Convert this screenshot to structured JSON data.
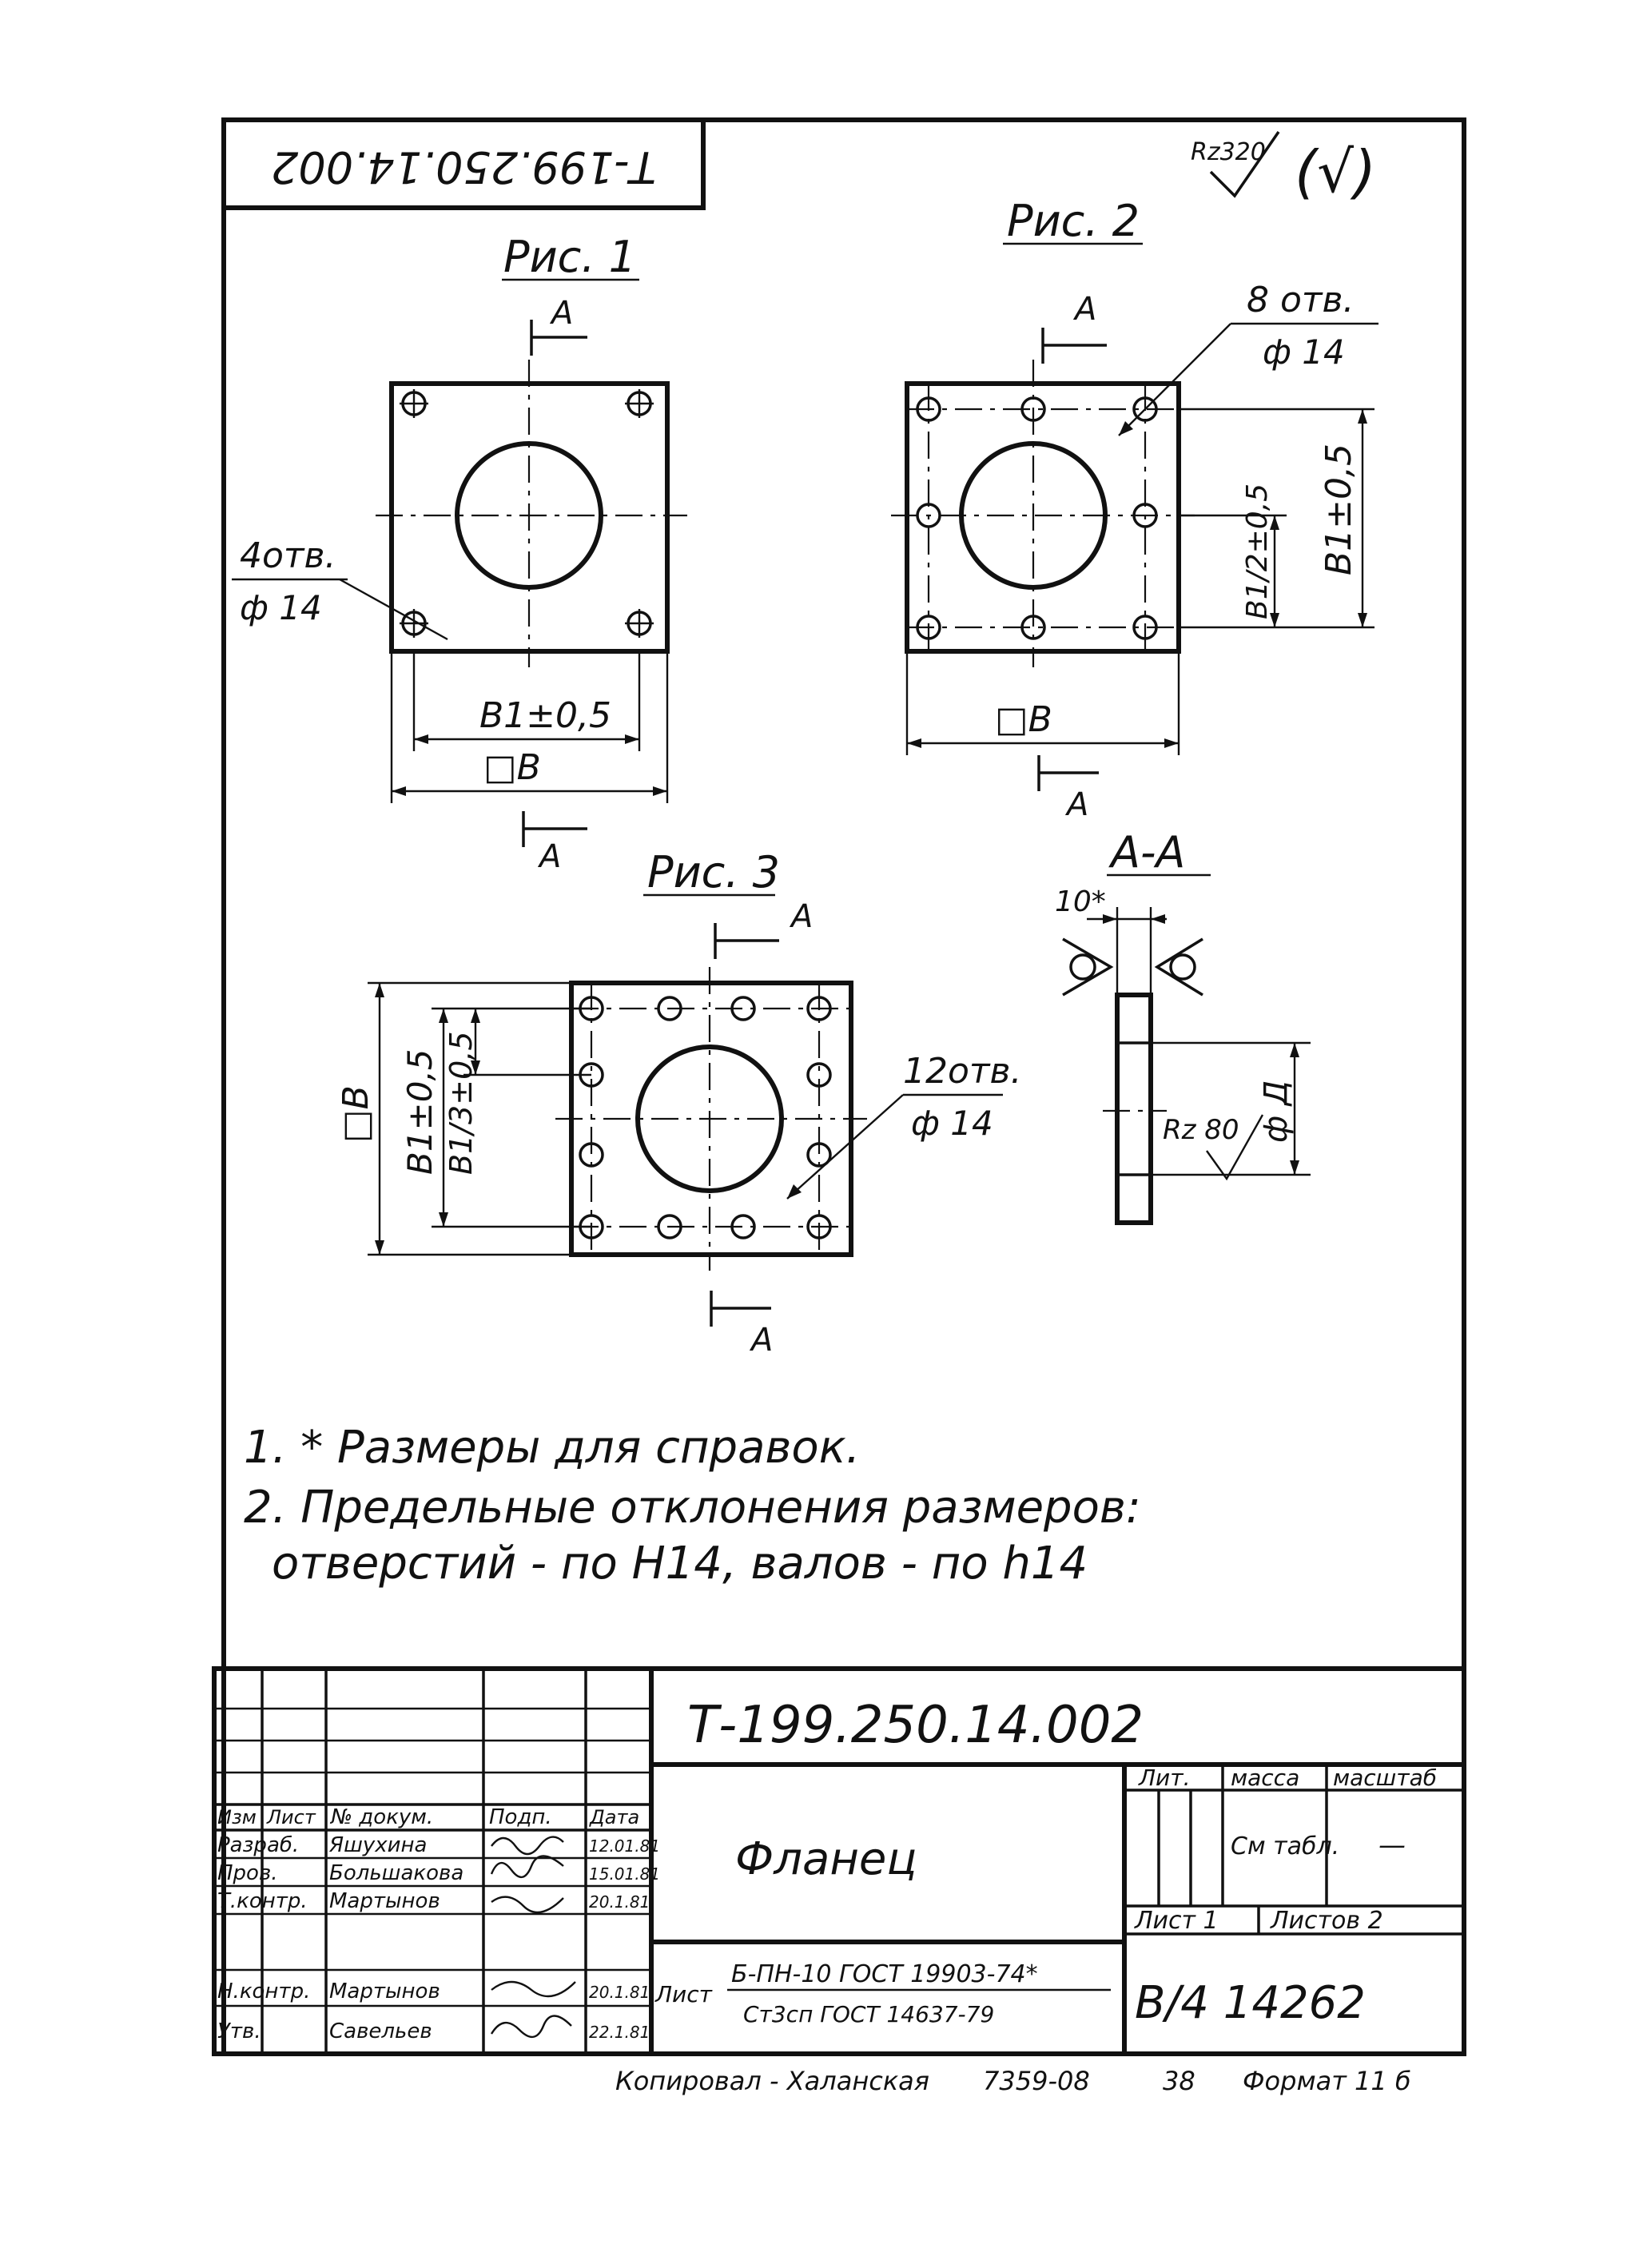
{
  "doc_code": "Т-199.250.14.002",
  "doc_code_corner": "Т-199.250.14.002",
  "roughness": {
    "general": "Rz320",
    "bracket": "(√)",
    "surface": "Rz 80"
  },
  "figures": {
    "fig1": {
      "title": "Рис. 1",
      "section_mark": "А",
      "holes_note": "4отв.",
      "holes_dia": "ф 14",
      "dim_inner": "В1±0,5",
      "dim_outer": "□В"
    },
    "fig2": {
      "title": "Рис. 2",
      "section_mark": "А",
      "holes_note": "8 отв.",
      "holes_dia": "ф 14",
      "dim_half": "В1/2±0,5",
      "dim_inner": "В1±0,5",
      "dim_outer": "□В"
    },
    "fig3": {
      "title": "Рис. 3",
      "section_mark": "А",
      "holes_note": "12отв.",
      "holes_dia": "ф 14",
      "dim_inner": "В1±0,5",
      "dim_third": "В1/3±0,5",
      "dim_outer": "□В"
    },
    "section": {
      "title": "А-А",
      "thickness": "10*",
      "diameter": "ф Д"
    }
  },
  "notes": [
    "1. * Размеры для справок.",
    "2. Предельные отклонения размеров:",
    "отверстий - по Н14, валов - по h14"
  ],
  "title_block": {
    "headers": [
      "Изм",
      "Лист",
      "№ докум.",
      "Подп.",
      "Дата"
    ],
    "rows": [
      {
        "role": "Разраб.",
        "name": "Яшухина",
        "date": "12.01.81"
      },
      {
        "role": "Пров.",
        "name": "Большакова",
        "date": "15.01.81"
      },
      {
        "role": "Т.контр.",
        "name": "Мартынов",
        "date": "20.1.81"
      },
      {
        "role": "",
        "name": "",
        "date": ""
      },
      {
        "role": "Н.контр.",
        "name": "Мартынов",
        "date": "20.1.81"
      },
      {
        "role": "Утв.",
        "name": "Савельев",
        "date": "22.1.81"
      }
    ],
    "designation": "Т-199.250.14.002",
    "part_name": "Фланец",
    "lit_label": "Лит.",
    "mass_label": "масса",
    "scale_label": "масштаб",
    "mass_value": "См табл.",
    "scale_value": "—",
    "sheet_label": "Лист 1",
    "sheets_label": "Листов 2",
    "material_prefix": "Лист",
    "material_line1": "Б-ПН-10 ГОСТ 19903-74*",
    "material_line2": "Ст3сп ГОСТ 14637-79",
    "archive_number": "В/4 14262"
  },
  "footer": {
    "copied_by": "Копировал - Халанская",
    "order_number": "7359-08",
    "sheet_number": "38",
    "format": "Формат 11 б"
  }
}
